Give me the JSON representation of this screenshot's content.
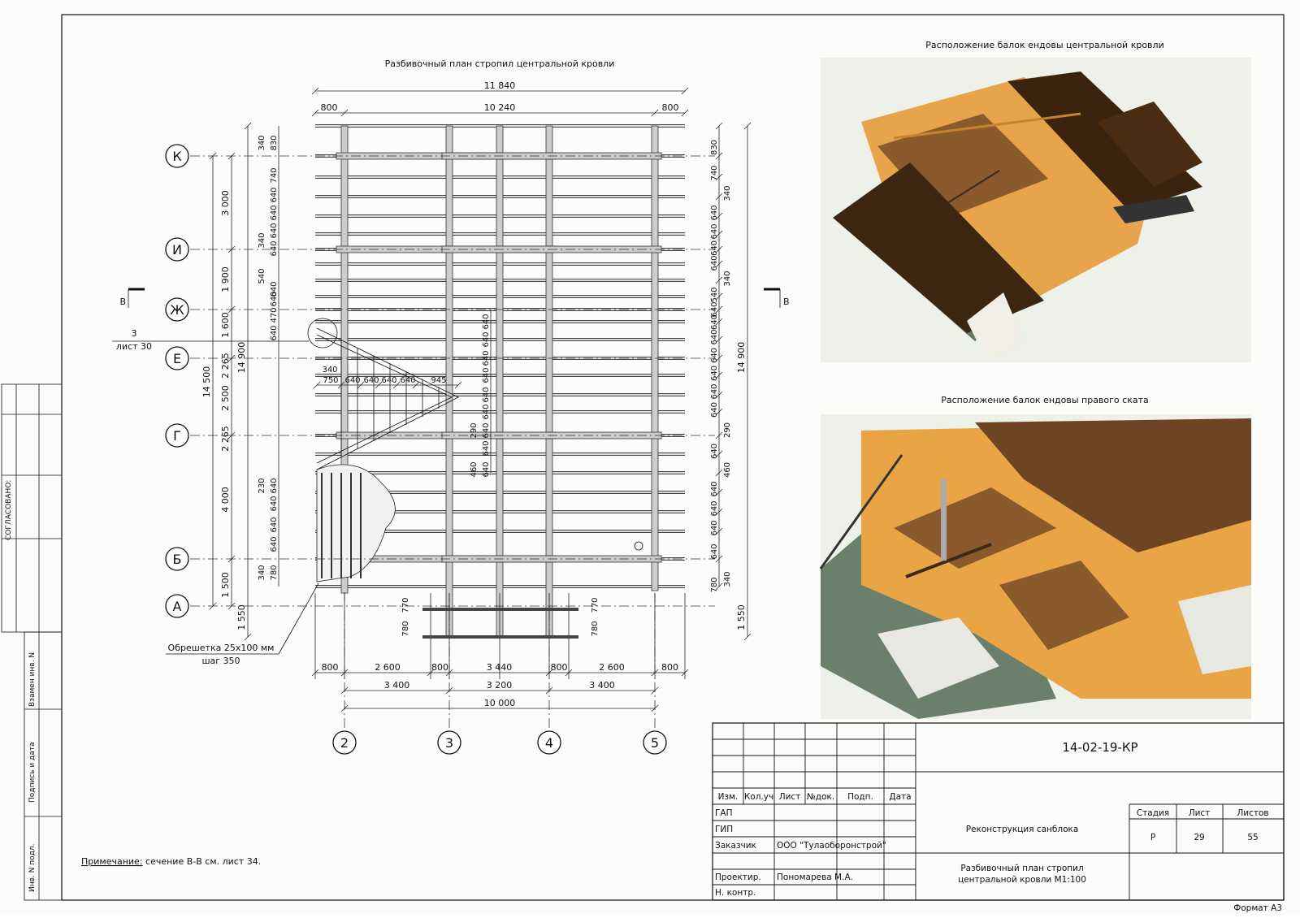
{
  "drawing": {
    "plan_title": "Разбивочный план стропил центральной кровли",
    "valley_central_title": "Расположение балок ендовы центральной кровли",
    "valley_right_title": "Расположение балок ендовы правого ската",
    "section_mark": "В",
    "callout": {
      "number": "3",
      "sheet": "лист 30"
    },
    "lathing_note": {
      "line1": "Обрешетка 25х100 мм",
      "line2": "шаг 350"
    },
    "note": {
      "label": "Примечание:",
      "text": " сечение В-В см. лист 34."
    },
    "axes_rows": [
      "К",
      "И",
      "Ж",
      "Е",
      "Г",
      "Б",
      "А"
    ],
    "axes_cols": [
      "2",
      "3",
      "4",
      "5"
    ],
    "dims_top": {
      "overall": "11 840",
      "left": "800",
      "middle": "10 240",
      "right": "800"
    },
    "dims_bottom_row1": [
      "800",
      "2 600",
      "800",
      "3 440",
      "800",
      "2 600",
      "800"
    ],
    "dims_bottom_row2": [
      "3 400",
      "3 200",
      "3 400"
    ],
    "dims_bottom_total": "10 000",
    "dims_left_outer": "14 500",
    "dims_left_overall": "14 900",
    "dims_left_bottom": "1 550",
    "dims_left_axes": [
      "3 000",
      "1 900",
      "1 600",
      "2 265",
      "2 500",
      "2 265",
      "4 000",
      "1 500"
    ],
    "dims_right_overall": "14 900",
    "dims_right_bottom": "1 550",
    "rafter_left_spacing": [
      "340",
      "830",
      "740",
      "640",
      "640",
      "640",
      "340",
      "640",
      "540",
      "640",
      "640",
      "470",
      "640"
    ],
    "rafter_left_lower": [
      "230",
      "640",
      "640",
      "640",
      "640",
      "340",
      "780"
    ],
    "rafter_right_spacing": [
      "830",
      "740",
      "340",
      "640",
      "640",
      "640",
      "640",
      "340",
      "540",
      "640",
      "640",
      "640",
      "640",
      "640",
      "640",
      "640",
      "290",
      "640",
      "460",
      "640",
      "640",
      "640",
      "640",
      "340",
      "780"
    ],
    "valley_dims_horizontal": [
      "750",
      "640",
      "640",
      "640",
      "640",
      "945"
    ],
    "valley_dim_340": "340",
    "center_rafter_dims": [
      "640",
      "640",
      "640",
      "640",
      "640",
      "640",
      "640",
      "290",
      "640",
      "460",
      "640"
    ],
    "bottom_extension_dims": [
      "770",
      "780",
      "770",
      "780"
    ]
  },
  "side_stamp": {
    "agreed": "СОГЛАСОВАНО:",
    "replace_inv": "Взамен инв. N",
    "sign_date": "Подпись и дата",
    "inv_orig": "Инв. N подл."
  },
  "title_block": {
    "code": "14-02-19-КР",
    "headers": [
      "Изм.",
      "Кол.уч",
      "Лист",
      "№док.",
      "Подп.",
      "Дата"
    ],
    "roles": [
      {
        "role": "ГАП",
        "name": ""
      },
      {
        "role": "ГИП",
        "name": ""
      },
      {
        "role": "Заказчик",
        "name": "ООО \"Тулаоборонстрой\""
      },
      {
        "role": "",
        "name": ""
      },
      {
        "role": "Проектир.",
        "name": "Пономарева М.А."
      },
      {
        "role": "Н. контр.",
        "name": ""
      }
    ],
    "project": "Реконструкция санблока",
    "sheet_title_line1": "Разбивочный план стропил",
    "sheet_title_line2": "центральной кровли М1:100",
    "stage_label": "Стадия",
    "sheet_label": "Лист",
    "sheets_label": "Листов",
    "stage": "Р",
    "sheet": "29",
    "sheets": "55",
    "format": "Формат А3"
  }
}
